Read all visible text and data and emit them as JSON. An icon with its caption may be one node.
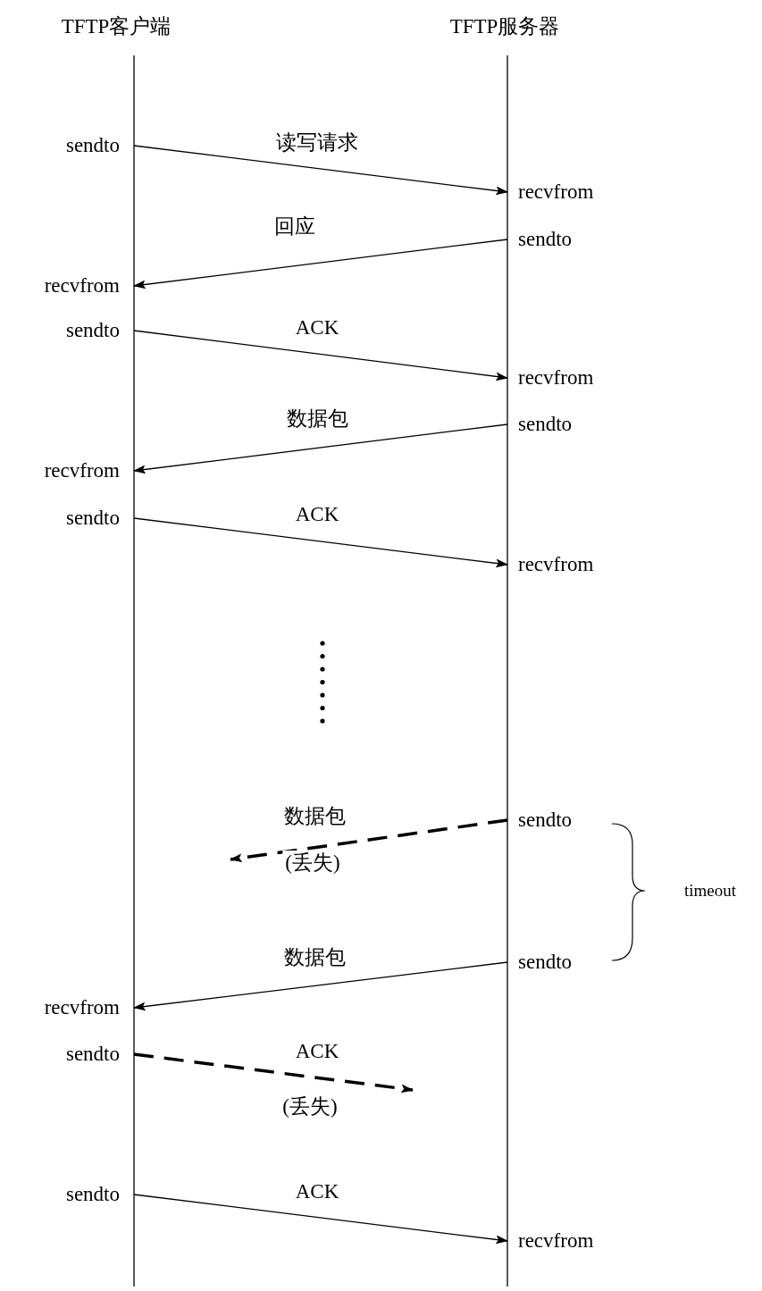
{
  "diagram": {
    "nodes": [
      {
        "text": [
          "sendto"
        ]
      },
      {
        "text": [
          "recvfrom"
        ]
      },
      {
        "text": [
          "sendto"
        ]
      },
      {
        "text": [
          "recvfrom"
        ]
      },
      {
        "text": [
          "sendto"
        ]
      },
      {
        "text": [
          "recvfrom"
        ]
      },
      {
        "text": [
          "sendto"
        ]
      },
      {
        "text": [
          "recvfrom"
        ]
      },
      {
        "text": [
          "sendto"
        ]
      },
      {
        "text": [
          "recvfrom"
        ]
      },
      {
        "text": [
          "sendto"
        ]
      },
      {
        "text": [
          "sendto"
        ]
      },
      {
        "text": [
          "recvfrom"
        ]
      },
      {
        "text": [
          "sendto"
        ]
      },
      {
        "text": [
          "sendto"
        ]
      },
      {
        "text": [
          "recvfrom"
        ]
      }
    ],
    "edges": [
      {
        "from": 0,
        "to": 1,
        "arrow": "to",
        "label": "读写请求"
      },
      {
        "from": 2,
        "to": 3,
        "arrow": "to",
        "label": "回应"
      },
      {
        "from": 4,
        "to": 5,
        "arrow": "to",
        "label": "ACK"
      },
      {
        "from": 6,
        "to": 7,
        "arrow": "to",
        "label": "数据包"
      },
      {
        "from": 8,
        "to": 9,
        "arrow": "to",
        "label": "ACK"
      },
      {
        "from": 10,
        "to": null,
        "arrow": "to",
        "label": "数据包",
        "style": "dashed"
      },
      {
        "from": 11,
        "to": 12,
        "arrow": "to",
        "label": "数据包"
      },
      {
        "from": 13,
        "to": null,
        "arrow": "to",
        "label": "ACK",
        "style": "dashed"
      },
      {
        "from": 14,
        "to": 15,
        "arrow": "to",
        "label": "ACK"
      }
    ],
    "labels": [
      "TFTP客户端",
      "TFTP服务器",
      "(丢失)",
      "timeout",
      "(丢失)"
    ]
  }
}
